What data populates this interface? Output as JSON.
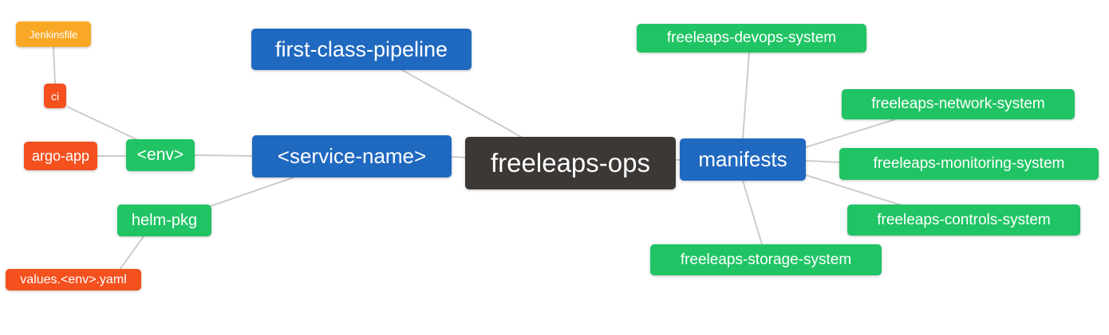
{
  "diagram": {
    "type": "mindmap",
    "root": "freeleaps-ops"
  },
  "colors": {
    "blue": "#2069c0",
    "green": "#20c464",
    "red": "#f4511e",
    "orange": "#f9a825",
    "dark": "#3b3836",
    "edge": "#cccccc",
    "node_text": "#ffffff",
    "background": "#ffffff"
  },
  "nodes": {
    "jenkinsfile": {
      "label": "Jenkinsfile",
      "color": "#f9a825"
    },
    "ci": {
      "label": "ci",
      "color": "#f4511e"
    },
    "argo_app": {
      "label": "argo-app",
      "color": "#f4511e"
    },
    "env": {
      "label": "<env>",
      "color": "#20c464"
    },
    "first_class_pipeline": {
      "label": "first-class-pipeline",
      "color": "#2069c0"
    },
    "service_name": {
      "label": "<service-name>",
      "color": "#2069c0"
    },
    "freeleaps_ops": {
      "label": "freeleaps-ops",
      "color": "#3b3836"
    },
    "manifests": {
      "label": "manifests",
      "color": "#2069c0"
    },
    "devops_system": {
      "label": "freeleaps-devops-system",
      "color": "#20c464"
    },
    "network_system": {
      "label": "freeleaps-network-system",
      "color": "#20c464"
    },
    "monitoring_system": {
      "label": "freeleaps-monitoring-system",
      "color": "#20c464"
    },
    "controls_system": {
      "label": "freeleaps-controls-system",
      "color": "#20c464"
    },
    "storage_system": {
      "label": "freeleaps-storage-system",
      "color": "#20c464"
    },
    "helm_pkg": {
      "label": "helm-pkg",
      "color": "#20c464"
    },
    "values_env_yaml": {
      "label": "values.<env>.yaml",
      "color": "#f4511e"
    }
  },
  "edges": [
    {
      "from": "jenkinsfile",
      "to": "ci"
    },
    {
      "from": "ci",
      "to": "env"
    },
    {
      "from": "argo_app",
      "to": "env"
    },
    {
      "from": "env",
      "to": "service_name"
    },
    {
      "from": "values_env_yaml",
      "to": "helm_pkg"
    },
    {
      "from": "helm_pkg",
      "to": "service_name"
    },
    {
      "from": "first_class_pipeline",
      "to": "freeleaps_ops"
    },
    {
      "from": "service_name",
      "to": "freeleaps_ops"
    },
    {
      "from": "freeleaps_ops",
      "to": "manifests"
    },
    {
      "from": "manifests",
      "to": "devops_system"
    },
    {
      "from": "manifests",
      "to": "network_system"
    },
    {
      "from": "manifests",
      "to": "monitoring_system"
    },
    {
      "from": "manifests",
      "to": "controls_system"
    },
    {
      "from": "manifests",
      "to": "storage_system"
    }
  ]
}
